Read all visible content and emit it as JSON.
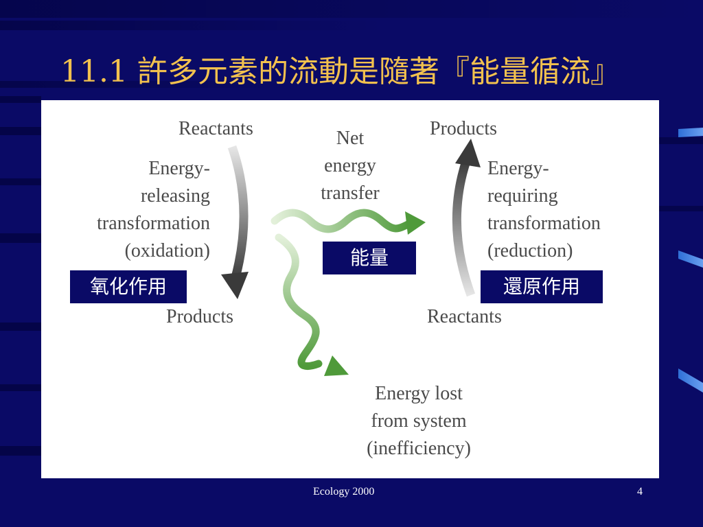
{
  "slide": {
    "title": "11.1 許多元素的流動是隨著『能量循流』",
    "footer_center": "Ecology 2000",
    "page_number": "4"
  },
  "diagram": {
    "left_cycle": {
      "top_label": "Reactants",
      "description": [
        "Energy-",
        "releasing",
        "transformation",
        "(oxidation)"
      ],
      "bottom_label": "Products",
      "tag": "氧化作用"
    },
    "center": {
      "net_transfer": [
        "Net",
        "energy",
        "transfer"
      ],
      "tag": "能量",
      "energy_lost": [
        "Energy lost",
        "from system",
        "(inefficiency)"
      ]
    },
    "right_cycle": {
      "top_label": "Products",
      "description": [
        "Energy-",
        "requiring",
        "transformation",
        "(reduction)"
      ],
      "bottom_label": "Reactants",
      "tag": "還原作用"
    }
  },
  "colors": {
    "background": "#0a0a66",
    "title": "#f2c14e",
    "arrow_gray": "#555555",
    "wave_green": "#6aa84f"
  }
}
